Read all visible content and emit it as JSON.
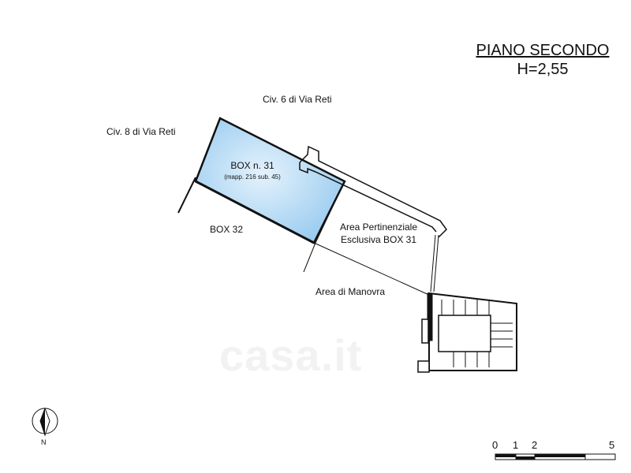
{
  "title": {
    "line1": "PIANO SECONDO",
    "line2": "H=2,55"
  },
  "labels": {
    "civ6": "Civ. 6 di Via Reti",
    "civ8": "Civ. 8 di Via Reti",
    "box31": "BOX n. 31",
    "box31_mapp": "(mapp. 216 sub. 45)",
    "box32": "BOX 32",
    "area_pert_1": "Area Pertinenziale",
    "area_pert_2": "Esclusiva BOX 31",
    "area_manovra": "Area di Manovra"
  },
  "compass": {
    "letter": "N"
  },
  "scale": {
    "ticks": [
      "0",
      "1",
      "2",
      "5"
    ]
  },
  "watermark": {
    "text": "casa.it"
  },
  "colors": {
    "box_fill": "#a9d4f2",
    "wall": "#111111"
  }
}
